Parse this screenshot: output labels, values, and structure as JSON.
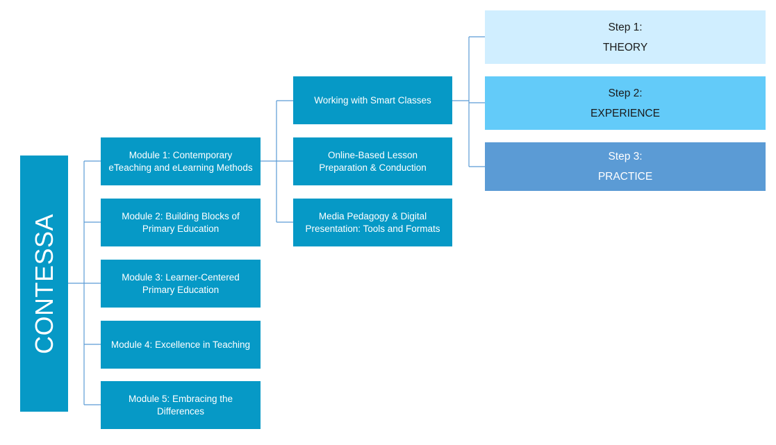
{
  "root": {
    "label": "CONTESSA"
  },
  "modules": [
    {
      "lines": [
        "Module 1: Contemporary",
        "eTeaching and eLearning Methods"
      ]
    },
    {
      "lines": [
        "Module 2: Building Blocks of",
        "Primary Education"
      ]
    },
    {
      "lines": [
        "Module 3: Learner-Centered",
        "Primary Education"
      ]
    },
    {
      "lines": [
        "Module 4: Excellence in Teaching"
      ]
    },
    {
      "lines": [
        "Module 5: Embracing the",
        "Differences"
      ]
    }
  ],
  "topics": [
    {
      "lines": [
        "Working with Smart Classes"
      ]
    },
    {
      "lines": [
        "Online-Based Lesson",
        "Preparation & Conduction"
      ]
    },
    {
      "lines": [
        "Media Pedagogy & Digital",
        "Presentation: Tools and Formats"
      ]
    }
  ],
  "steps": [
    {
      "step": "Step 1:",
      "label": "THEORY",
      "color": "#d0eeff",
      "text_color": "#1a1a1a"
    },
    {
      "step": "Step 2:",
      "label": "EXPERIENCE",
      "color": "#63cbf9",
      "text_color": "#1a1a1a"
    },
    {
      "step": "Step 3:",
      "label": "PRACTICE",
      "color": "#5b9bd5",
      "text_color": "#ffffff"
    }
  ],
  "colors": {
    "box": "#0699c6",
    "connector": "#5b9bd5"
  }
}
